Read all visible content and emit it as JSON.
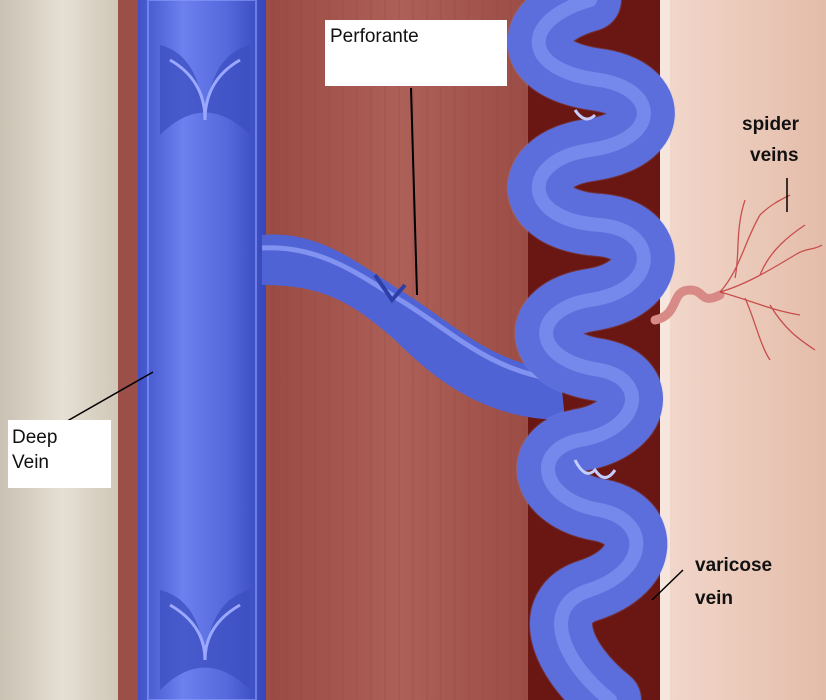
{
  "diagram": {
    "labels": {
      "perforante": "Perforante",
      "deep_vein_line1": "Deep",
      "deep_vein_line2": "Vein",
      "spider_line1": "spider",
      "spider_line2": "veins",
      "varicose_line1": "varicose",
      "varicose_line2": "vein"
    },
    "colors": {
      "skin_left": "#d8d0c0",
      "muscle": "#a4574f",
      "dark_tissue": "#6e1a16",
      "skin_right": "#e9c4b4",
      "vein_blue": "#4f64d6",
      "vein_highlight": "#7d8ff0",
      "vein_outline": "#9fb0ff",
      "spider_red": "#c23a3a"
    }
  }
}
